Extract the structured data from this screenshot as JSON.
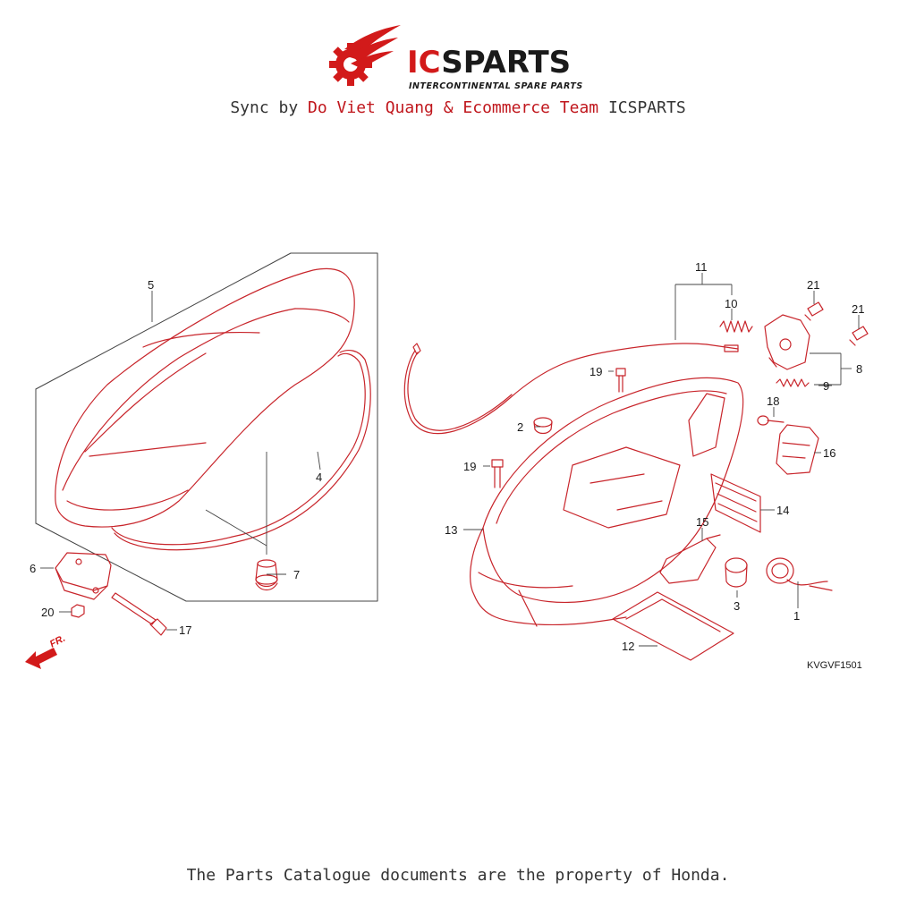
{
  "brand": {
    "name_red": "IC",
    "name_dark": "SPARTS",
    "tagline": "INTERCONTINENTAL SPARE PARTS",
    "accent_color": "#d21a1a"
  },
  "sync_line": {
    "prefix": "Sync by ",
    "highlight": "Do Viet Quang & Ecommerce Team",
    "suffix": " ICSPARTS"
  },
  "diagram": {
    "code": "KVGVF1501",
    "front_marker": "FR.",
    "callouts": [
      "1",
      "2",
      "3",
      "4",
      "5",
      "6",
      "7",
      "8",
      "9",
      "10",
      "11",
      "12",
      "13",
      "14",
      "15",
      "16",
      "17",
      "18",
      "19",
      "19",
      "20",
      "21",
      "21"
    ]
  },
  "footer": "The Parts Catalogue documents are the property of Honda."
}
